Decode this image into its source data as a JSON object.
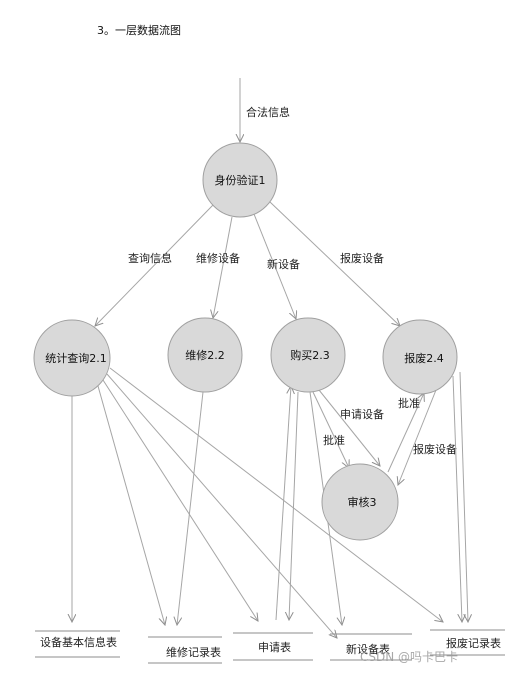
{
  "title": "3。一层数据流图",
  "nodes": {
    "auth": "身份验证1",
    "query": "统计查询2.1",
    "repair": "维修2.2",
    "purchase": "购买2.3",
    "scrap": "报废2.4",
    "review": "审核3"
  },
  "flows": {
    "legal_info": "合法信息",
    "query_info": "查询信息",
    "repair_device": "维修设备",
    "new_device": "新设备",
    "scrap_device": "报废设备",
    "apply_device": "申请设备",
    "approve_purchase": "批准",
    "approve_scrap": "批准",
    "scrap_device_review": "报废设备"
  },
  "stores": {
    "device_info": "设备基本信息表",
    "repair_record": "维修记录表",
    "application": "申请表",
    "new_device_table": "新设备表",
    "scrap_record": "报废记录表"
  },
  "watermark": "CSDN @吗卡巴卡",
  "colors": {
    "node_fill": "#d9d9d9",
    "node_stroke": "#a0a0a0",
    "flow_line": "#a6a6a6"
  }
}
